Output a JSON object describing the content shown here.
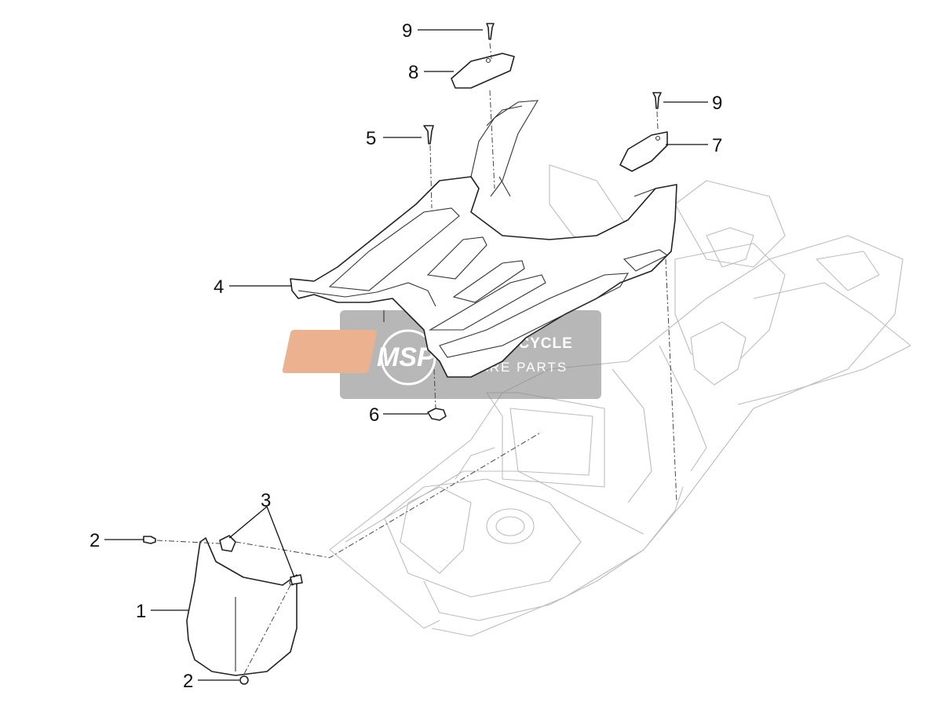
{
  "colors": {
    "line": "#222222",
    "ghost_frame": "#bdbdbd",
    "watermark_bg": "#8c8c8c",
    "watermark_logo_bg": "#e1834a"
  },
  "callouts": [
    {
      "id": "c9a",
      "label": "9"
    },
    {
      "id": "c8",
      "label": "8"
    },
    {
      "id": "c9b",
      "label": "9"
    },
    {
      "id": "c5",
      "label": "5"
    },
    {
      "id": "c7",
      "label": "7"
    },
    {
      "id": "c4",
      "label": "4"
    },
    {
      "id": "c6",
      "label": "6"
    },
    {
      "id": "c3",
      "label": "3"
    },
    {
      "id": "c2a",
      "label": "2"
    },
    {
      "id": "c1",
      "label": "1"
    },
    {
      "id": "c2b",
      "label": "2"
    }
  ],
  "watermark": {
    "logo": "MSP",
    "line1": "MOTORCYCLE",
    "line2": "SPARE PARTS"
  }
}
